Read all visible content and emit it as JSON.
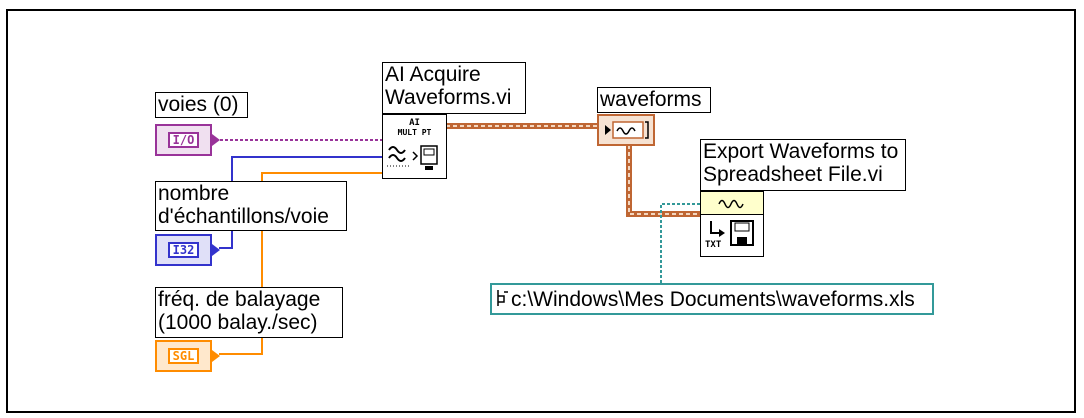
{
  "labels": {
    "voies": "voies (0)",
    "nombre_line1": "nombre",
    "nombre_line2": "d'échantillons/voie",
    "freq_line1": "fréq. de balayage",
    "freq_line2": "(1000 balay./sec)",
    "ai_acquire_line1": "AI Acquire",
    "ai_acquire_line2": "Waveforms.vi",
    "waveforms": "waveforms",
    "export_line1": "Export Waveforms to",
    "export_line2": "Spreadsheet File.vi",
    "path": "c:\\Windows\\Mes Documents\\waveforms.xls"
  },
  "terminals": {
    "io": "I/O",
    "i32": "I32",
    "sgl": "SGL"
  },
  "icons": {
    "ai_top": "AI",
    "ai_mid": "MULT PT",
    "export_txt": "TXT"
  },
  "colors": {
    "io_purple": "#993399",
    "i32_blue": "#3333cc",
    "sgl_orange": "#ff8c00",
    "waveform_brown": "#bf6633",
    "path_teal": "#339999"
  }
}
